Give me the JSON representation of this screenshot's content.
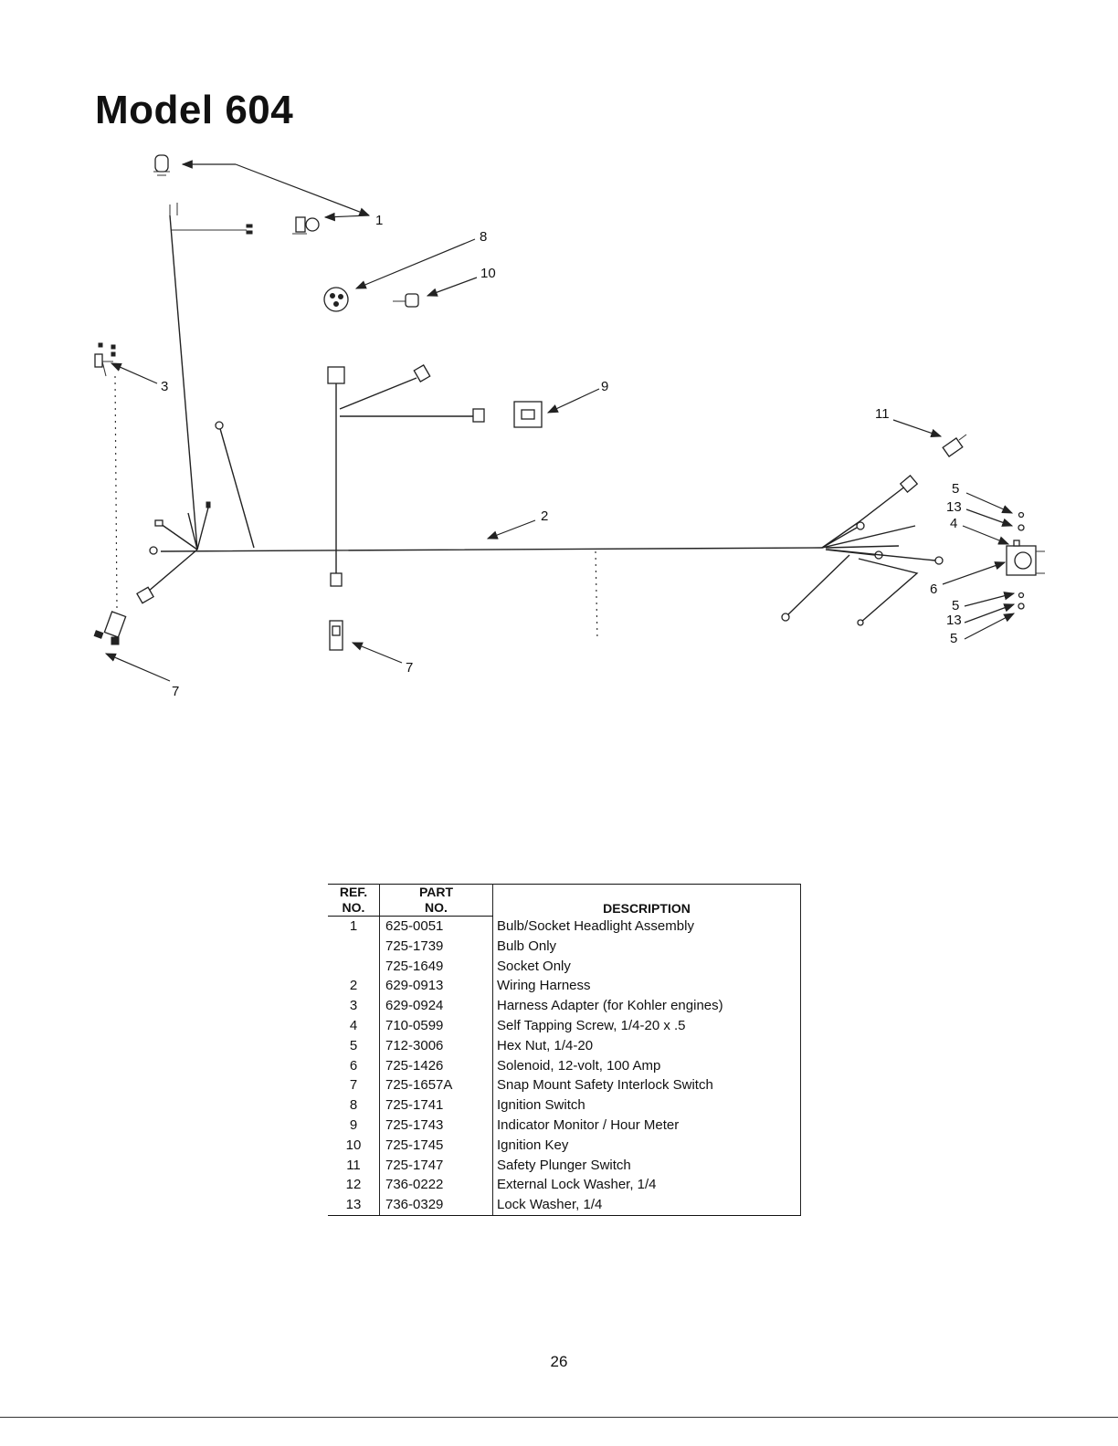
{
  "page": {
    "title": "Model 604",
    "page_number": "26"
  },
  "diagram": {
    "callouts": [
      "1",
      "8",
      "10",
      "3",
      "9",
      "11",
      "2",
      "5",
      "13",
      "4",
      "6",
      "5",
      "13",
      "5",
      "7",
      "7"
    ]
  },
  "parts_table": {
    "headers": {
      "ref_line1": "REF.",
      "ref_line2": "NO.",
      "part_line1": "PART",
      "part_line2": "NO.",
      "description": "DESCRIPTION"
    },
    "rows": [
      {
        "ref": "1",
        "part": "625-0051",
        "desc": "Bulb/Socket Headlight Assembly"
      },
      {
        "ref": "",
        "part": "725-1739",
        "desc": "Bulb Only"
      },
      {
        "ref": "",
        "part": "725-1649",
        "desc": "Socket Only"
      },
      {
        "ref": "2",
        "part": "629-0913",
        "desc": "Wiring Harness"
      },
      {
        "ref": "3",
        "part": "629-0924",
        "desc": "Harness Adapter (for Kohler engines)"
      },
      {
        "ref": "4",
        "part": "710-0599",
        "desc": "Self Tapping Screw, 1/4-20 x .5"
      },
      {
        "ref": "5",
        "part": "712-3006",
        "desc": "Hex Nut, 1/4-20"
      },
      {
        "ref": "6",
        "part": "725-1426",
        "desc": "Solenoid, 12-volt, 100 Amp"
      },
      {
        "ref": "7",
        "part": "725-1657A",
        "desc": "Snap Mount Safety Interlock Switch"
      },
      {
        "ref": "8",
        "part": "725-1741",
        "desc": "Ignition Switch"
      },
      {
        "ref": "9",
        "part": "725-1743",
        "desc": "Indicator Monitor / Hour Meter"
      },
      {
        "ref": "10",
        "part": "725-1745",
        "desc": "Ignition Key"
      },
      {
        "ref": "11",
        "part": "725-1747",
        "desc": "Safety Plunger Switch"
      },
      {
        "ref": "12",
        "part": "736-0222",
        "desc": "External Lock Washer, 1/4"
      },
      {
        "ref": "13",
        "part": "736-0329",
        "desc": "Lock Washer, 1/4"
      }
    ]
  }
}
